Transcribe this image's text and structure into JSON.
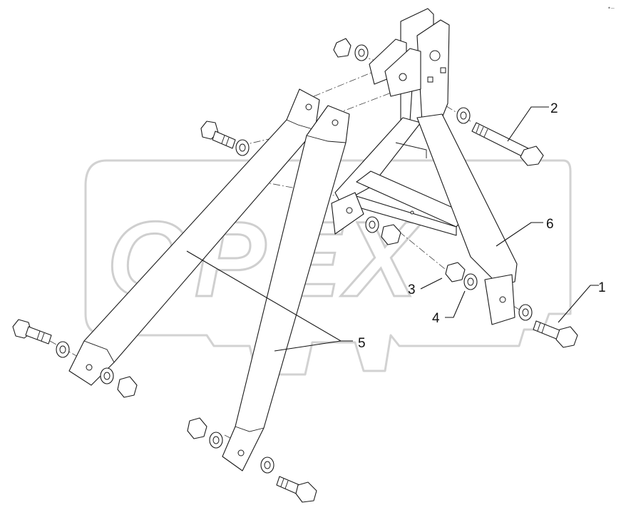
{
  "diagram": {
    "watermark_text": "OPEX",
    "corner_mark": "•–",
    "callouts": [
      {
        "id": "1",
        "label": "1"
      },
      {
        "id": "2",
        "label": "2"
      },
      {
        "id": "3",
        "label": "3"
      },
      {
        "id": "4",
        "label": "4"
      },
      {
        "id": "5",
        "label": "5"
      },
      {
        "id": "6",
        "label": "6"
      }
    ]
  }
}
